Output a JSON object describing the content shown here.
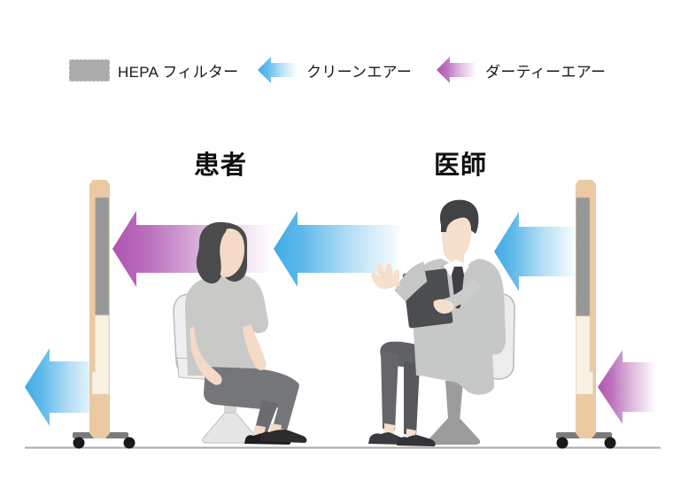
{
  "page": {
    "background": "#ffffff"
  },
  "legend": {
    "items": [
      {
        "id": "hepa-filter",
        "label": "HEPA フィルター",
        "swatch": "gray-rectangle",
        "color": "#ababab"
      },
      {
        "id": "clean-air",
        "label": "クリーンエアー",
        "swatch": "left-arrow-gradient",
        "color_head": "#3fabe5",
        "color_tail": "#ffffff"
      },
      {
        "id": "dirty-air",
        "label": "ダーティーエアー",
        "swatch": "left-arrow-gradient",
        "color_head": "#ae54b0",
        "color_tail": "#ffffff"
      }
    ]
  },
  "scene": {
    "labels": {
      "patient": "患者",
      "doctor": "医師"
    },
    "colors": {
      "clean_air": "#3fabe5",
      "dirty_air": "#ae54b0",
      "hepa_filter_panel": "#96989a",
      "purifier_body": "#ebc9a3",
      "prefilter_panel": "#f9f2e3",
      "floor_line": "#a9a9a9",
      "skin": "#f4dac7",
      "patient_top": "#c9cac8",
      "patient_pants": "#75767a",
      "doctor_coat": "#c6c8c8",
      "doctor_pants": "#606165"
    },
    "airflow": [
      {
        "name": "dirty-air-from-patient-into-left-purifier",
        "type": "dirty",
        "direction": "left"
      },
      {
        "name": "clean-air-from-doctor-to-patient",
        "type": "clean",
        "direction": "left"
      },
      {
        "name": "clean-air-from-right-purifier-to-doctor",
        "type": "clean",
        "direction": "left"
      },
      {
        "name": "clean-air-exhaust-from-left-purifier",
        "type": "clean",
        "direction": "left"
      },
      {
        "name": "dirty-air-into-right-purifier",
        "type": "dirty",
        "direction": "left"
      }
    ]
  }
}
